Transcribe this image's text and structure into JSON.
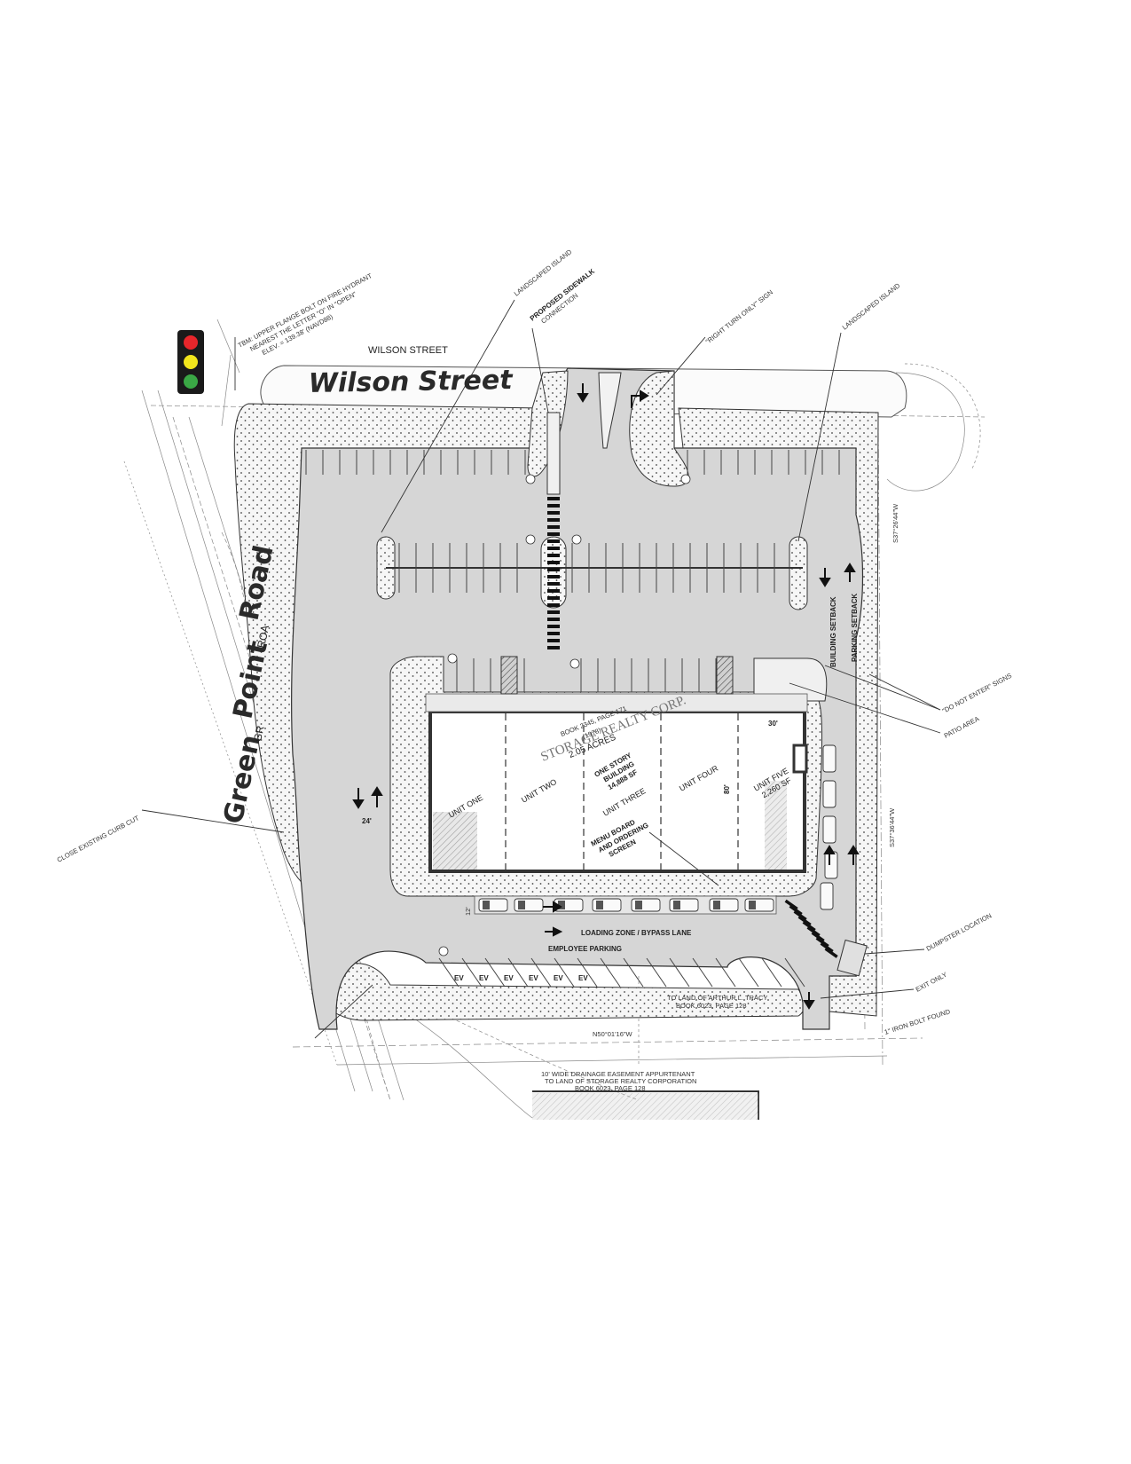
{
  "streets": {
    "wilson_small": "WILSON STREET",
    "wilson_big": "Wilson  Street",
    "green_point": [
      "Green",
      "Point",
      "Road"
    ],
    "gr_ro": [
      "GR",
      "ROA"
    ]
  },
  "callouts": {
    "tbm": [
      "TBM: UPPER FLANGE BOLT ON FIRE HYDRANT",
      "NEAREST THE LETTER \"O\" IN \"OPEN\"",
      "ELEV. = 139.38' (NAVD88)"
    ],
    "landscaped_island_1": "LANDSCAPED ISLAND",
    "sidewalk": [
      "PROPOSED SIDEWALK",
      "CONNECTION"
    ],
    "right_turn": "\"RIGHT TURN ONLY\" SIGN",
    "landscaped_island_2": "LANDSCAPED ISLAND",
    "do_not_enter": "\"DO NOT ENTER\" SIGNS",
    "patio": "PATIO AREA",
    "curb_cut": "CLOSE EXISTING CURB CUT",
    "dumpster": "DUMPSTER LOCATION",
    "exit_only": "EXIT ONLY",
    "menu_board": [
      "MENU BOARD",
      "AND ORDERING",
      "SCREEN"
    ]
  },
  "building": {
    "units": [
      "UNIT ONE",
      "UNIT TWO",
      "UNIT THREE",
      "UNIT FOUR",
      "UNIT FIVE"
    ],
    "unit_five_sf": "2,260 SF",
    "center": [
      "ONE STORY",
      "BUILDING",
      "14,888 SF"
    ],
    "dim_30": "30'",
    "dim_80": "80'"
  },
  "parcel": {
    "owner": "STORAGE REALTY CORP.",
    "acres": "2.05 ACRES",
    "book": "BOOK 2345, PAGE 171",
    "year": "(1978)"
  },
  "site_labels": {
    "loading": "LOADING ZONE / BYPASS LANE",
    "employee": "EMPLOYEE PARKING",
    "building_setback": "BUILDING SETBACK",
    "parking_setback": "PARKING SETBACK",
    "dim_24": "24'",
    "dim_12": "12'",
    "ev": "EV",
    "to_land": [
      "TO LAND OF ARTHUR L. TRACY",
      "BOOK 6023, PAGE 128"
    ],
    "easement": [
      "10' WIDE DRAINAGE EASEMENT APPURTENANT",
      "TO LAND OF STORAGE REALTY CORPORATION",
      "BOOK 6023, PAGE 128"
    ],
    "iron_bolt": "1\" IRON BOLT FOUND",
    "bearing_1": "S37°26'44\"W",
    "bearing_2": "S37°36'44\"W",
    "bearing_bottom": "N50°01'16\"W"
  },
  "signal_colors": [
    "#e8262b",
    "#f2e61c",
    "#3aa845"
  ]
}
